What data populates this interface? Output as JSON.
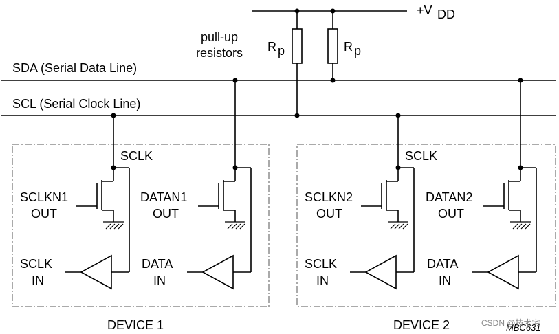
{
  "supply": {
    "label": "+V",
    "subscript": "DD"
  },
  "resistors": {
    "note_line1": "pull-up",
    "note_line2": "resistors",
    "r1_main": "R",
    "r1_sub": "p",
    "r2_main": "R",
    "r2_sub": "p"
  },
  "bus": {
    "sda": "SDA (Serial Data Line)",
    "scl": "SCL (Serial Clock Line)"
  },
  "device1": {
    "name": "DEVICE 1",
    "sclk_node": "SCLK",
    "clk_out_l1": "SCLKN1",
    "clk_out_l2": "OUT",
    "data_out_l1": "DATAN1",
    "data_out_l2": "OUT",
    "clk_in_l1": "SCLK",
    "clk_in_l2": "IN",
    "data_in_l1": "DATA",
    "data_in_l2": "IN"
  },
  "device2": {
    "name": "DEVICE 2",
    "sclk_node": "SCLK",
    "clk_out_l1": "SCLKN2",
    "clk_out_l2": "OUT",
    "data_out_l1": "DATAN2",
    "data_out_l2": "OUT",
    "clk_in_l1": "SCLK",
    "clk_in_l2": "IN",
    "data_in_l1": "DATA",
    "data_in_l2": "IN"
  },
  "figure_code": "MBC631",
  "watermark": "CSDN @技术宅"
}
